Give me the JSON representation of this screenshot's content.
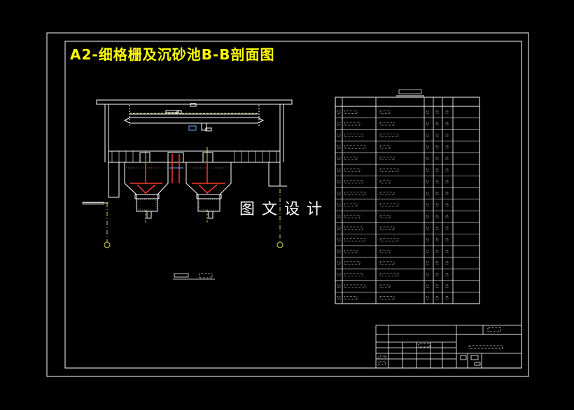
{
  "drawing": {
    "title": "A2-细格栅及沉砂池B-B剖面图",
    "watermark": "图文设计"
  },
  "colors": {
    "background": "#000000",
    "linework": "#ffffff",
    "title": "#ffff00",
    "section_red": "#ff3b2f",
    "dim_yellow": "#ffff66",
    "accent_blue": "#6fa8ff"
  },
  "parts_table": {
    "row_count": 17
  }
}
